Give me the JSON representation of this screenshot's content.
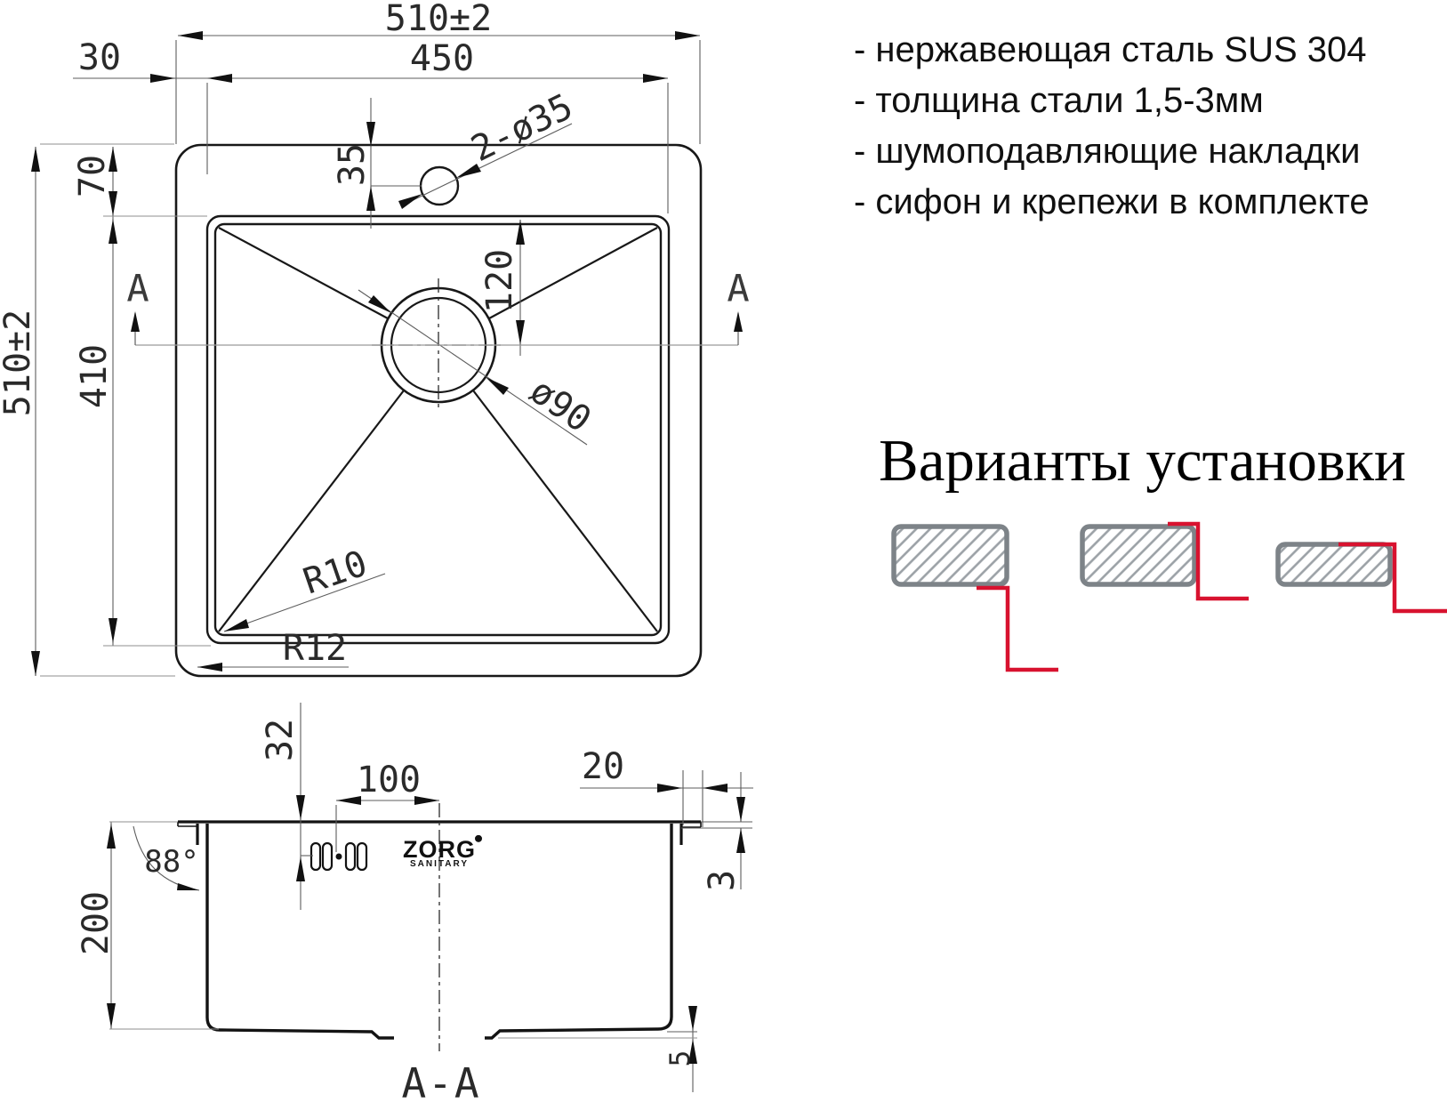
{
  "features": {
    "items": [
      "- нержавеющая сталь SUS 304",
      "- толщина стали 1,5-3мм",
      "- шумоподавляющие накладки",
      "- сифон и крепежи в комплекте"
    ]
  },
  "install": {
    "title": "Варианты установки",
    "variant_names": [
      "overmount",
      "flush-mount",
      "undermount"
    ],
    "accent_color": "#d8122f",
    "hatch_color": "#9ba1a6",
    "border_color": "#7d8388"
  },
  "top_view": {
    "dim_width_overall": "510±2",
    "dim_width_bowl": "450",
    "dim_rim_left": "30",
    "dim_faucet_offset": "35",
    "dim_faucet_holes": "2-ø35",
    "dim_rim_top": "70",
    "dim_height_overall": "510±2",
    "dim_height_bowl": "410",
    "dim_drain_offset": "120",
    "dim_drain_diameter": "ø90",
    "dim_corner_bowl": "R10",
    "dim_corner_outer": "R12",
    "section_marker_left": "A",
    "section_marker_right": "A"
  },
  "section_view": {
    "dim_faucet_drop": "32",
    "dim_drain_to_center": "100",
    "dim_flange_overhang": "20",
    "dim_flange_thickness": "3",
    "dim_depth": "200",
    "dim_wall_angle": "88°",
    "dim_bottom_step": "5",
    "section_label": "A-A"
  },
  "logo": {
    "name": "ZORG",
    "sub": "SANITARY"
  }
}
